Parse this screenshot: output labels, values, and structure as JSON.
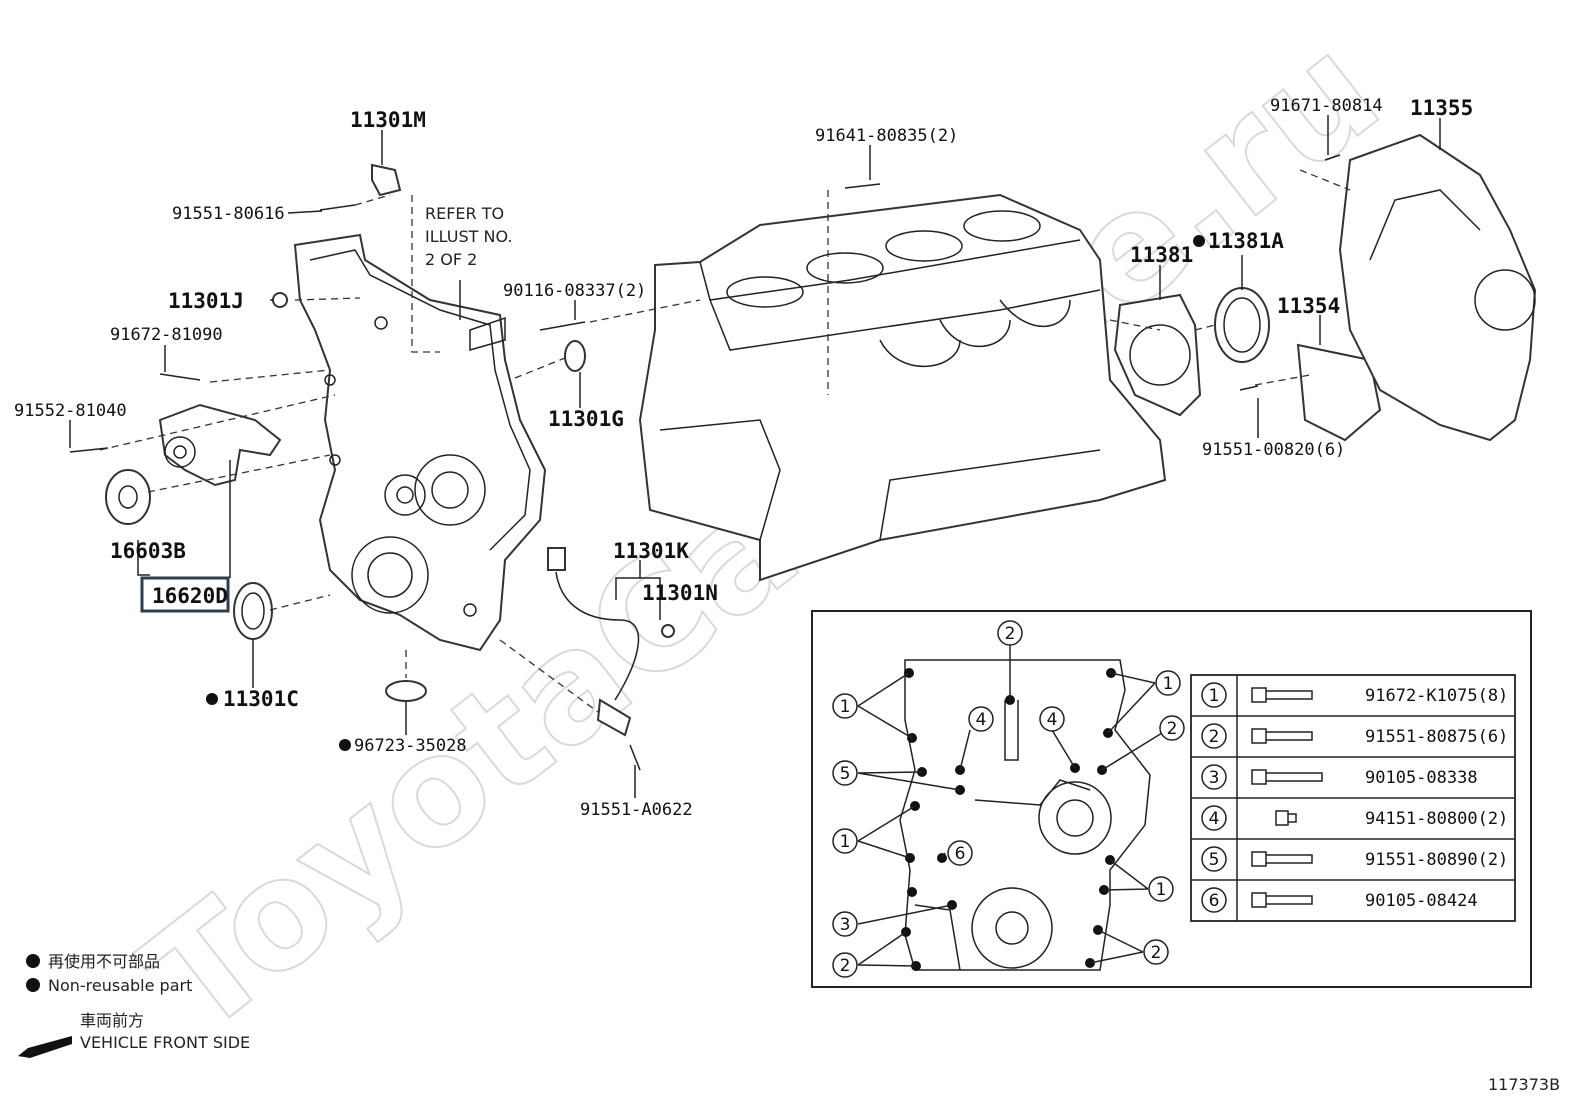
{
  "watermark": "ToyotaCarMiGe.ru",
  "refer_note": [
    "REFER TO",
    "ILLUST NO.",
    "2 OF 2"
  ],
  "callouts": {
    "p11301M": "11301M",
    "p91551_80616": "91551-80616",
    "p11301J": "11301J",
    "p91672_81090": "91672-81090",
    "p91552_81040": "91552-81040",
    "p16603B": "16603B",
    "p16620D": "16620D",
    "p11301C": "11301C",
    "p96723_35028": "96723-35028",
    "p90116_08337": "90116-08337(2)",
    "p11301G": "11301G",
    "p91641_80835": "91641-80835(2)",
    "p11301K": "11301K",
    "p11301N": "11301N",
    "p91551_A0622": "91551-A0622",
    "p91671_80814": "91671-80814",
    "p11355": "11355",
    "p11381": "11381",
    "p11381A": "11381A",
    "p11354": "11354",
    "p91551_00820": "91551-00820(6)"
  },
  "legend": {
    "non_reusable_jp": "再使用不可部品",
    "non_reusable_en": "Non-reusable part",
    "front_jp": "車両前方",
    "front_en": "VEHICLE FRONT SIDE"
  },
  "illustration_id": "117373B",
  "bolt_table": [
    {
      "num": "1",
      "part": "91672-K1075(8)"
    },
    {
      "num": "2",
      "part": "91551-80875(6)"
    },
    {
      "num": "3",
      "part": "90105-08338"
    },
    {
      "num": "4",
      "part": "94151-80800(2)"
    },
    {
      "num": "5",
      "part": "91551-80890(2)"
    },
    {
      "num": "6",
      "part": "90105-08424"
    }
  ],
  "inset_labels": {
    "a": "2",
    "b": "1",
    "c": "1",
    "d": "4",
    "e": "4",
    "f": "2",
    "g": "5",
    "h": "1",
    "i": "6",
    "j": "1",
    "k": "3",
    "l": "2",
    "m": "2"
  }
}
